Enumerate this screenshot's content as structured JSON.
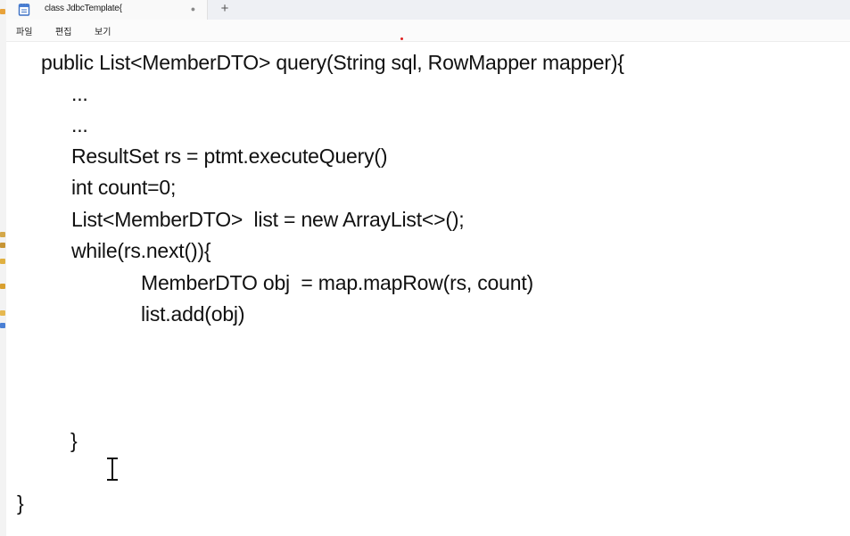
{
  "tab": {
    "title": "class JdbcTemplate{",
    "close_glyph": "●",
    "new_tab_glyph": "+"
  },
  "menu": {
    "file": "파일",
    "edit": "편집",
    "view": "보기"
  },
  "code_lines": [
    "public List<MemberDTO> query(String sql, RowMapper mapper){",
    "...",
    "...",
    "ResultSet rs = ptmt.executeQuery()",
    "int count=0;",
    "List<MemberDTO>  list = new ArrayList<>();",
    "while(rs.next()){",
    "MemberDTO obj  = map.mapRow(rs, count)",
    "list.add(obj)",
    "}",
    "}"
  ],
  "colors": {
    "accent": "#4a7fd4",
    "text": "#111111",
    "indicator": "#e02020"
  },
  "icons": {
    "tab": "notepad-icon",
    "cursor": "text-cursor-icon"
  }
}
